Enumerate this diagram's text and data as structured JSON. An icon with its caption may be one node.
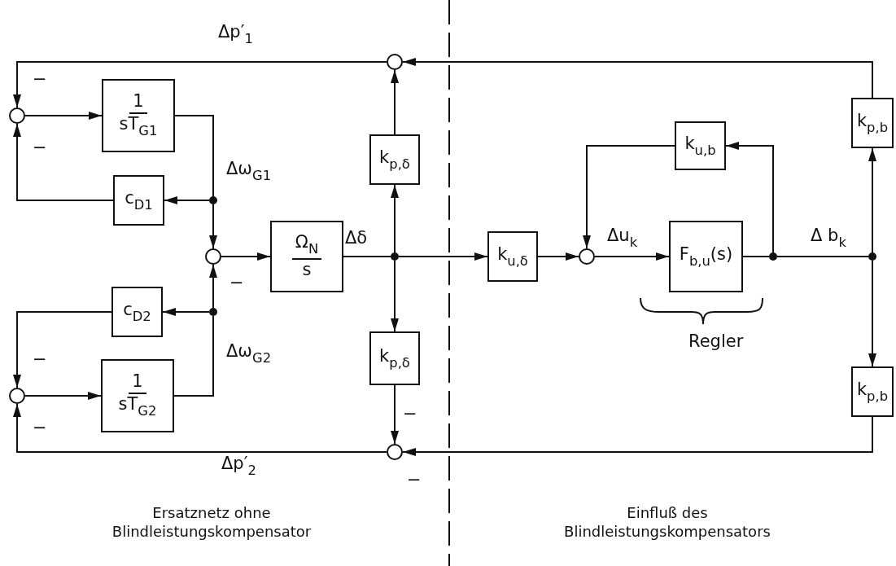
{
  "diagram": {
    "nodes": [
      {
        "text": [],
        "shape": "circle"
      },
      {
        "text": [
          "1",
          "sT$_{G1}$"
        ]
      },
      {
        "text": [
          "c$_{D1}$"
        ]
      },
      {
        "text": [],
        "shape": "dot"
      },
      {
        "text": [],
        "shape": "circle"
      },
      {
        "text": [
          "Ω$_{N}$",
          "s"
        ]
      },
      {
        "text": [],
        "shape": "dot"
      },
      {
        "text": [
          "k$_{p,δ}$"
        ]
      },
      {
        "text": [],
        "shape": "circle"
      },
      {
        "text": [
          "c$_{D2}$"
        ]
      },
      {
        "text": [],
        "shape": "dot"
      },
      {
        "text": [
          "1",
          "sT$_{G2}$"
        ]
      },
      {
        "text": [],
        "shape": "circle"
      },
      {
        "text": [
          "k$_{p,δ}$"
        ]
      },
      {
        "text": [],
        "shape": "circle"
      },
      {
        "text": [
          "k$_{u,δ}$"
        ]
      },
      {
        "text": [],
        "shape": "circle"
      },
      {
        "text": [
          "F$_{b,u}$(s)"
        ]
      },
      {
        "text": [],
        "shape": "dot"
      },
      {
        "text": [
          "k$_{u,b}$"
        ]
      },
      {
        "text": [],
        "shape": "dot"
      },
      {
        "text": [
          "k$_{p,b}$"
        ]
      },
      {
        "text": [
          "k$_{p,b}$"
        ]
      }
    ],
    "edges": [
      {
        "from": 8,
        "to": 0,
        "arrow": "to"
      },
      {
        "from": 0,
        "to": 1,
        "arrow": "to"
      },
      {
        "from": 1,
        "to": 3,
        "arrow": "none"
      },
      {
        "from": 3,
        "to": 2,
        "arrow": "to"
      },
      {
        "from": 3,
        "to": 4,
        "arrow": "to"
      },
      {
        "from": 2,
        "to": 0,
        "arrow": "to"
      },
      {
        "from": 4,
        "to": 5,
        "arrow": "to"
      },
      {
        "from": 5,
        "to": 6,
        "arrow": "none"
      },
      {
        "from": 6,
        "to": 7,
        "arrow": "to"
      },
      {
        "from": 7,
        "to": 8,
        "arrow": "to"
      },
      {
        "from": 6,
        "to": 13,
        "arrow": "to"
      },
      {
        "from": 13,
        "to": 14,
        "arrow": "to"
      },
      {
        "from": 6,
        "to": 15,
        "arrow": "to"
      },
      {
        "from": 15,
        "to": 16,
        "arrow": "to"
      },
      {
        "from": 16,
        "to": 17,
        "arrow": "to"
      },
      {
        "from": 17,
        "to": 18,
        "arrow": "none"
      },
      {
        "from": 18,
        "to": 19,
        "arrow": "to"
      },
      {
        "from": 19,
        "to": 16,
        "arrow": "to"
      },
      {
        "from": 18,
        "to": 20,
        "arrow": "none"
      },
      {
        "from": 20,
        "to": 21,
        "arrow": "to"
      },
      {
        "from": 20,
        "to": 22,
        "arrow": "to"
      },
      {
        "from": 21,
        "to": 8,
        "arrow": "to"
      },
      {
        "from": 22,
        "to": 14,
        "arrow": "to"
      },
      {
        "from": 11,
        "to": 10,
        "arrow": "none"
      },
      {
        "from": 10,
        "to": 9,
        "arrow": "to"
      },
      {
        "from": 10,
        "to": 4,
        "arrow": "to"
      },
      {
        "from": 9,
        "to": 12,
        "arrow": "to"
      },
      {
        "from": 12,
        "to": 11,
        "arrow": "to"
      },
      {
        "from": 14,
        "to": 12,
        "arrow": "to"
      }
    ],
    "labels": [
      "Δp′$_{1}$",
      "−",
      "−",
      "Δω$_{G1}$",
      "Δδ",
      "−",
      "Δu$_{k}$",
      "Δ b$_{k}$",
      "Regler",
      "Δω$_{G2}$",
      "−",
      "−",
      "−",
      "Δp′$_{2}$",
      "−",
      "Ersatznetz ohne Blindleistungskompensator",
      "Einfluß des Blindleistungskompensators"
    ]
  }
}
